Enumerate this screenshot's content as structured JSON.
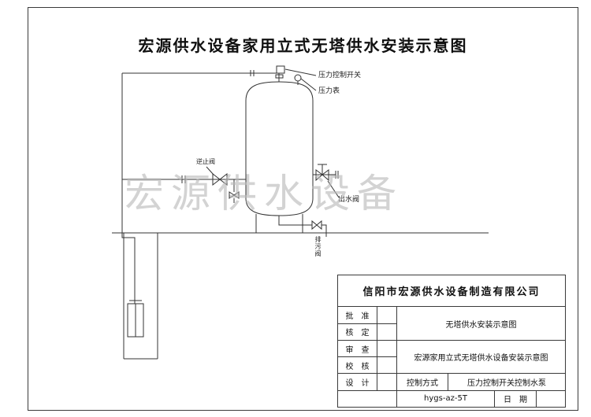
{
  "page": {
    "title": "宏源供水设备家用立式无塔供水安装示意图",
    "watermark": "宏源供水设备"
  },
  "diagram_labels": {
    "pressure_switch": "压力控制开关",
    "pressure_gauge": "压力表",
    "check_valve": "逆止阀",
    "outlet_valve": "出水阀",
    "drain_valve": "排污阀"
  },
  "title_block": {
    "company": "信阳市宏源供水设备制造有限公司",
    "approve_label": "批　准",
    "verify_label": "核　定",
    "review_label": "审　查",
    "check_label": "校　核",
    "design_label": "设　计",
    "drawing_title_1": "无塔供水安装示意图",
    "drawing_title_2": "宏源家用立式无塔供水设备安装示意图",
    "control_mode_label": "控制方式",
    "control_mode_value": "压力控制开关控制水泵",
    "model_code": "hygs-az-5T",
    "date_label": "日　期"
  }
}
